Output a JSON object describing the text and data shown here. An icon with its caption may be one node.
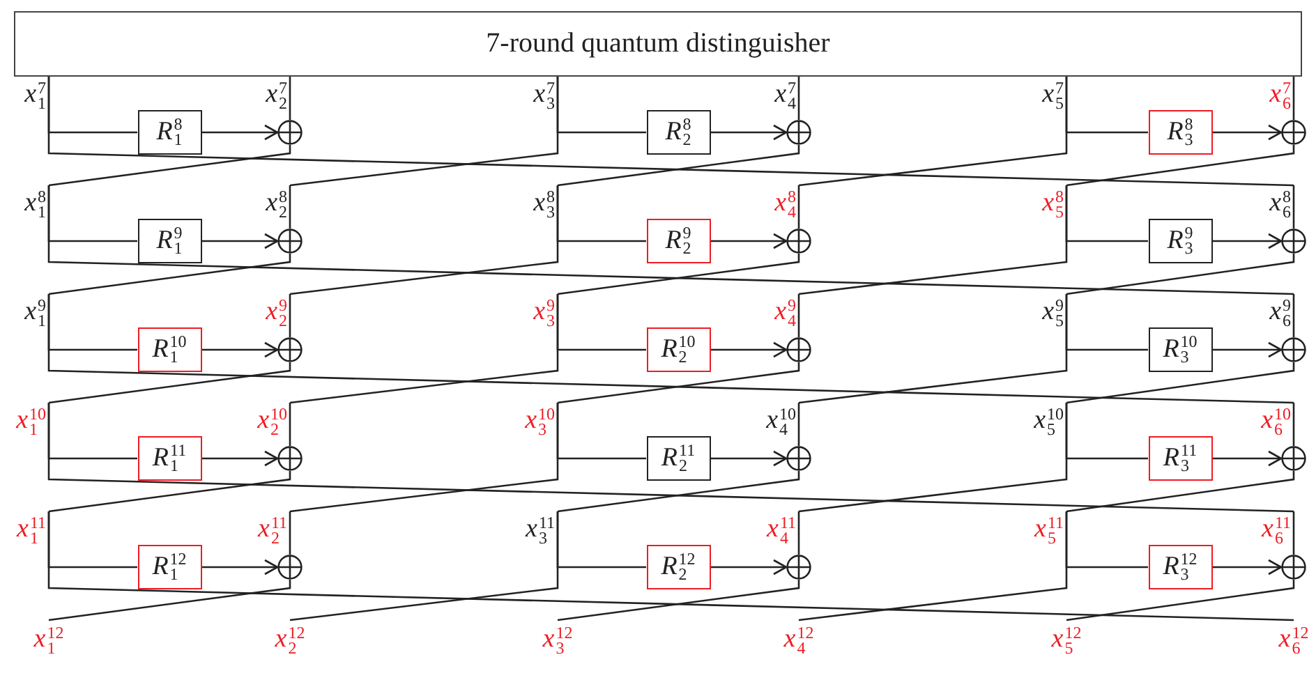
{
  "diagram": {
    "nodes": [
      {
        "text": [
          "7-round quantum distinguisher"
        ]
      },
      {
        "text": [
          "*x*$^{7}$$_{1}$"
        ]
      },
      {
        "text": [
          "*x*$^{7}$$_{2}$"
        ]
      },
      {
        "text": [
          "*x*$^{7}$$_{3}$"
        ]
      },
      {
        "text": [
          "*x*$^{7}$$_{4}$"
        ]
      },
      {
        "text": [
          "*x*$^{7}$$_{5}$"
        ]
      },
      {
        "text": [
          "*x*$^{7}$$_{6}$"
        ]
      },
      {
        "text": [
          "*R*$^{8}$$_{1}$"
        ]
      },
      {
        "text": [],
        "shape": "circle"
      },
      {
        "text": [
          "*R*$^{8}$$_{2}$"
        ]
      },
      {
        "text": [],
        "shape": "circle"
      },
      {
        "text": [
          "*R*$^{8}$$_{3}$"
        ]
      },
      {
        "text": [],
        "shape": "circle"
      },
      {
        "text": [
          "*x*$^{8}$$_{1}$"
        ]
      },
      {
        "text": [
          "*x*$^{8}$$_{2}$"
        ]
      },
      {
        "text": [
          "*x*$^{8}$$_{3}$"
        ]
      },
      {
        "text": [
          "*x*$^{8}$$_{4}$"
        ]
      },
      {
        "text": [
          "*x*$^{8}$$_{5}$"
        ]
      },
      {
        "text": [
          "*x*$^{8}$$_{6}$"
        ]
      },
      {
        "text": [
          "*R*$^{9}$$_{1}$"
        ]
      },
      {
        "text": [],
        "shape": "circle"
      },
      {
        "text": [
          "*R*$^{9}$$_{2}$"
        ]
      },
      {
        "text": [],
        "shape": "circle"
      },
      {
        "text": [
          "*R*$^{9}$$_{3}$"
        ]
      },
      {
        "text": [],
        "shape": "circle"
      },
      {
        "text": [
          "*x*$^{9}$$_{1}$"
        ]
      },
      {
        "text": [
          "*x*$^{9}$$_{2}$"
        ]
      },
      {
        "text": [
          "*x*$^{9}$$_{3}$"
        ]
      },
      {
        "text": [
          "*x*$^{9}$$_{4}$"
        ]
      },
      {
        "text": [
          "*x*$^{9}$$_{5}$"
        ]
      },
      {
        "text": [
          "*x*$^{9}$$_{6}$"
        ]
      },
      {
        "text": [
          "*R*$^{10}$$_{1}$"
        ]
      },
      {
        "text": [],
        "shape": "circle"
      },
      {
        "text": [
          "*R*$^{10}$$_{2}$"
        ]
      },
      {
        "text": [],
        "shape": "circle"
      },
      {
        "text": [
          "*R*$^{10}$$_{3}$"
        ]
      },
      {
        "text": [],
        "shape": "circle"
      },
      {
        "text": [
          "*x*$^{10}$$_{1}$"
        ]
      },
      {
        "text": [
          "*x*$^{10}$$_{2}$"
        ]
      },
      {
        "text": [
          "*x*$^{10}$$_{3}$"
        ]
      },
      {
        "text": [
          "*x*$^{10}$$_{4}$"
        ]
      },
      {
        "text": [
          "*x*$^{10}$$_{5}$"
        ]
      },
      {
        "text": [
          "*x*$^{10}$$_{6}$"
        ]
      },
      {
        "text": [
          "*R*$^{11}$$_{1}$"
        ]
      },
      {
        "text": [],
        "shape": "circle"
      },
      {
        "text": [
          "*R*$^{11}$$_{2}$"
        ]
      },
      {
        "text": [],
        "shape": "circle"
      },
      {
        "text": [
          "*R*$^{11}$$_{3}$"
        ]
      },
      {
        "text": [],
        "shape": "circle"
      },
      {
        "text": [
          "*x*$^{11}$$_{1}$"
        ]
      },
      {
        "text": [
          "*x*$^{11}$$_{2}$"
        ]
      },
      {
        "text": [
          "*x*$^{11}$$_{3}$"
        ]
      },
      {
        "text": [
          "*x*$^{11}$$_{4}$"
        ]
      },
      {
        "text": [
          "*x*$^{11}$$_{5}$"
        ]
      },
      {
        "text": [
          "*x*$^{11}$$_{6}$"
        ]
      },
      {
        "text": [
          "*R*$^{12}$$_{1}$"
        ]
      },
      {
        "text": [],
        "shape": "circle"
      },
      {
        "text": [
          "*R*$^{12}$$_{2}$"
        ]
      },
      {
        "text": [],
        "shape": "circle"
      },
      {
        "text": [
          "*R*$^{12}$$_{3}$"
        ]
      },
      {
        "text": [],
        "shape": "circle"
      },
      {
        "text": [
          "*x*$^{12}$$_{1}$"
        ]
      },
      {
        "text": [
          "*x*$^{12}$$_{2}$"
        ]
      },
      {
        "text": [
          "*x*$^{12}$$_{3}$"
        ]
      },
      {
        "text": [
          "*x*$^{12}$$_{4}$"
        ]
      },
      {
        "text": [
          "*x*$^{12}$$_{5}$"
        ]
      },
      {
        "text": [
          "*x*$^{12}$$_{6}$"
        ]
      }
    ],
    "edges": [
      {
        "from": 1,
        "to": 7,
        "arrow": "none"
      },
      {
        "from": 7,
        "to": 8,
        "arrow": "to"
      },
      {
        "from": 2,
        "to": 8,
        "arrow": "none"
      },
      {
        "from": 8,
        "to": 13,
        "arrow": "none"
      },
      {
        "from": 1,
        "to": 18,
        "arrow": "none"
      },
      {
        "from": 3,
        "to": 9,
        "arrow": "none"
      },
      {
        "from": 9,
        "to": 10,
        "arrow": "to"
      },
      {
        "from": 4,
        "to": 10,
        "arrow": "none"
      },
      {
        "from": 10,
        "to": 15,
        "arrow": "none"
      },
      {
        "from": 3,
        "to": 14,
        "arrow": "none"
      },
      {
        "from": 5,
        "to": 11,
        "arrow": "none"
      },
      {
        "from": 11,
        "to": 12,
        "arrow": "to"
      },
      {
        "from": 6,
        "to": 12,
        "arrow": "none"
      },
      {
        "from": 12,
        "to": 17,
        "arrow": "none"
      },
      {
        "from": 5,
        "to": 16,
        "arrow": "none"
      },
      {
        "from": 13,
        "to": 19,
        "arrow": "none"
      },
      {
        "from": 19,
        "to": 20,
        "arrow": "to"
      },
      {
        "from": 14,
        "to": 20,
        "arrow": "none"
      },
      {
        "from": 20,
        "to": 25,
        "arrow": "none"
      },
      {
        "from": 13,
        "to": 30,
        "arrow": "none"
      },
      {
        "from": 15,
        "to": 21,
        "arrow": "none"
      },
      {
        "from": 21,
        "to": 22,
        "arrow": "to"
      },
      {
        "from": 16,
        "to": 22,
        "arrow": "none"
      },
      {
        "from": 22,
        "to": 27,
        "arrow": "none"
      },
      {
        "from": 15,
        "to": 26,
        "arrow": "none"
      },
      {
        "from": 17,
        "to": 23,
        "arrow": "none"
      },
      {
        "from": 23,
        "to": 24,
        "arrow": "to"
      },
      {
        "from": 18,
        "to": 24,
        "arrow": "none"
      },
      {
        "from": 24,
        "to": 29,
        "arrow": "none"
      },
      {
        "from": 17,
        "to": 28,
        "arrow": "none"
      },
      {
        "from": 25,
        "to": 31,
        "arrow": "none"
      },
      {
        "from": 31,
        "to": 32,
        "arrow": "to"
      },
      {
        "from": 26,
        "to": 32,
        "arrow": "none"
      },
      {
        "from": 32,
        "to": 37,
        "arrow": "none"
      },
      {
        "from": 25,
        "to": 42,
        "arrow": "none"
      },
      {
        "from": 27,
        "to": 33,
        "arrow": "none"
      },
      {
        "from": 33,
        "to": 34,
        "arrow": "to"
      },
      {
        "from": 28,
        "to": 34,
        "arrow": "none"
      },
      {
        "from": 34,
        "to": 39,
        "arrow": "none"
      },
      {
        "from": 27,
        "to": 38,
        "arrow": "none"
      },
      {
        "from": 29,
        "to": 35,
        "arrow": "none"
      },
      {
        "from": 35,
        "to": 36,
        "arrow": "to"
      },
      {
        "from": 30,
        "to": 36,
        "arrow": "none"
      },
      {
        "from": 36,
        "to": 41,
        "arrow": "none"
      },
      {
        "from": 29,
        "to": 40,
        "arrow": "none"
      },
      {
        "from": 37,
        "to": 43,
        "arrow": "none"
      },
      {
        "from": 43,
        "to": 44,
        "arrow": "to"
      },
      {
        "from": 38,
        "to": 44,
        "arrow": "none"
      },
      {
        "from": 44,
        "to": 49,
        "arrow": "none"
      },
      {
        "from": 37,
        "to": 54,
        "arrow": "none"
      },
      {
        "from": 39,
        "to": 45,
        "arrow": "none"
      },
      {
        "from": 45,
        "to": 46,
        "arrow": "to"
      },
      {
        "from": 40,
        "to": 46,
        "arrow": "none"
      },
      {
        "from": 46,
        "to": 51,
        "arrow": "none"
      },
      {
        "from": 39,
        "to": 50,
        "arrow": "none"
      },
      {
        "from": 41,
        "to": 47,
        "arrow": "none"
      },
      {
        "from": 47,
        "to": 48,
        "arrow": "to"
      },
      {
        "from": 42,
        "to": 48,
        "arrow": "none"
      },
      {
        "from": 48,
        "to": 53,
        "arrow": "none"
      },
      {
        "from": 41,
        "to": 52,
        "arrow": "none"
      },
      {
        "from": 49,
        "to": 55,
        "arrow": "none"
      },
      {
        "from": 55,
        "to": 56,
        "arrow": "to"
      },
      {
        "from": 50,
        "to": 56,
        "arrow": "none"
      },
      {
        "from": 56,
        "to": 61,
        "arrow": "none"
      },
      {
        "from": 49,
        "to": 66,
        "arrow": "none"
      },
      {
        "from": 51,
        "to": 57,
        "arrow": "none"
      },
      {
        "from": 57,
        "to": 58,
        "arrow": "to"
      },
      {
        "from": 52,
        "to": 58,
        "arrow": "none"
      },
      {
        "from": 58,
        "to": 63,
        "arrow": "none"
      },
      {
        "from": 51,
        "to": 62,
        "arrow": "none"
      },
      {
        "from": 53,
        "to": 59,
        "arrow": "none"
      },
      {
        "from": 59,
        "to": 60,
        "arrow": "to"
      },
      {
        "from": 54,
        "to": 60,
        "arrow": "none"
      },
      {
        "from": 60,
        "to": 65,
        "arrow": "none"
      },
      {
        "from": 53,
        "to": 64,
        "arrow": "none"
      }
    ]
  }
}
